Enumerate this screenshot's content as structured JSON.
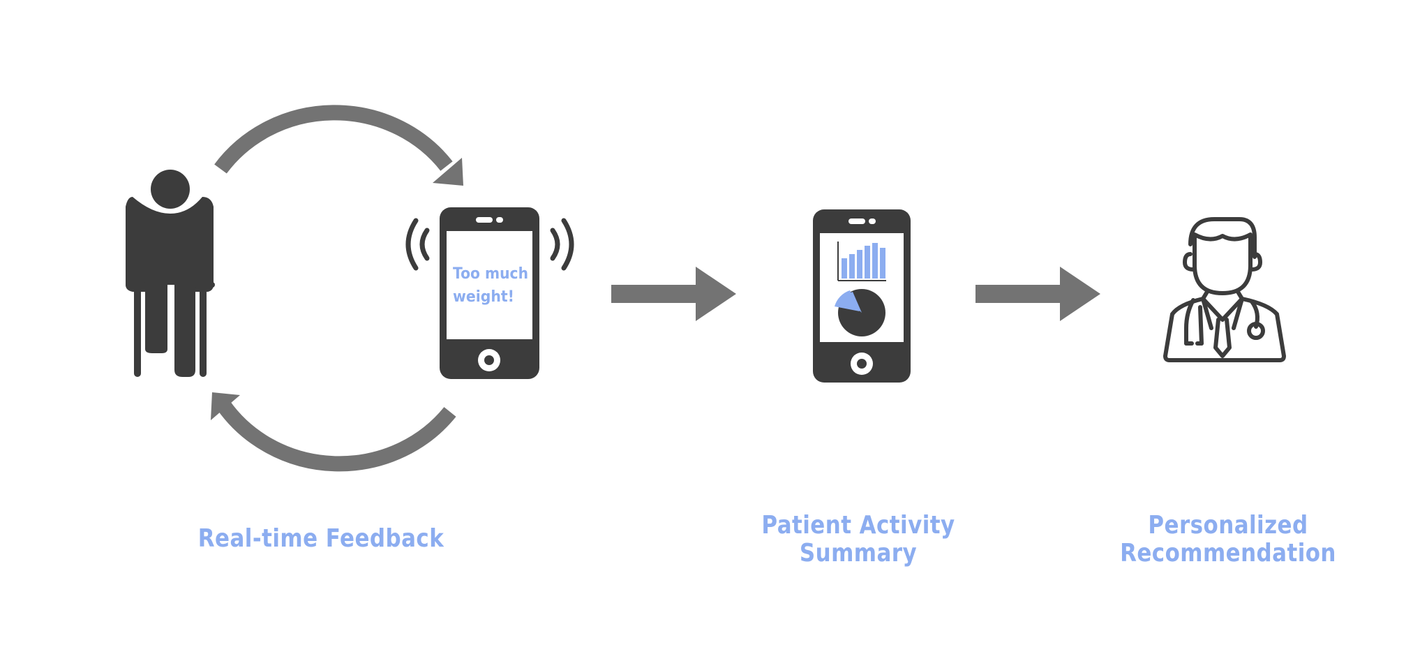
{
  "colors": {
    "icon_dark": "#3c3c3c",
    "arrow_gray": "#737373",
    "accent_blue": "#8cadf0",
    "background": "#ffffff"
  },
  "phone_alert": {
    "line1": "Too much",
    "line2": "weight!"
  },
  "captions": {
    "feedback": "Real-time Feedback",
    "summary_line1": "Patient Activity",
    "summary_line2": "Summary",
    "recommendation_line1": "Personalized",
    "recommendation_line2": "Recommendation"
  },
  "icons": {
    "patient": "person-with-crutches-icon",
    "phone_alert": "vibrating-smartphone-icon",
    "phone_summary": "smartphone-dashboard-icon",
    "doctor": "doctor-with-stethoscope-icon",
    "cycle_top": "curved-arrow-right-icon",
    "cycle_bottom": "curved-arrow-left-icon",
    "flow_arrow": "arrow-right-icon"
  }
}
